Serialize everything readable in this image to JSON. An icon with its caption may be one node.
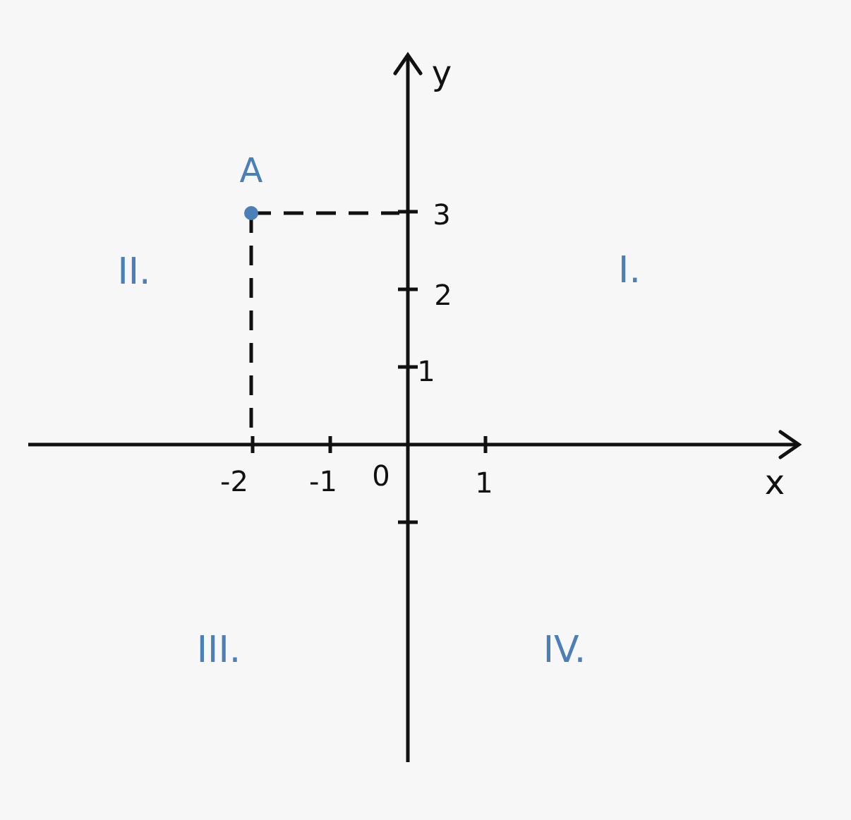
{
  "diagram": {
    "labels": [
      "y",
      "A",
      "3",
      "II.",
      "2",
      "I.",
      "1",
      "-2",
      "-1",
      "0",
      "1",
      "x",
      "III.",
      "IV."
    ]
  }
}
